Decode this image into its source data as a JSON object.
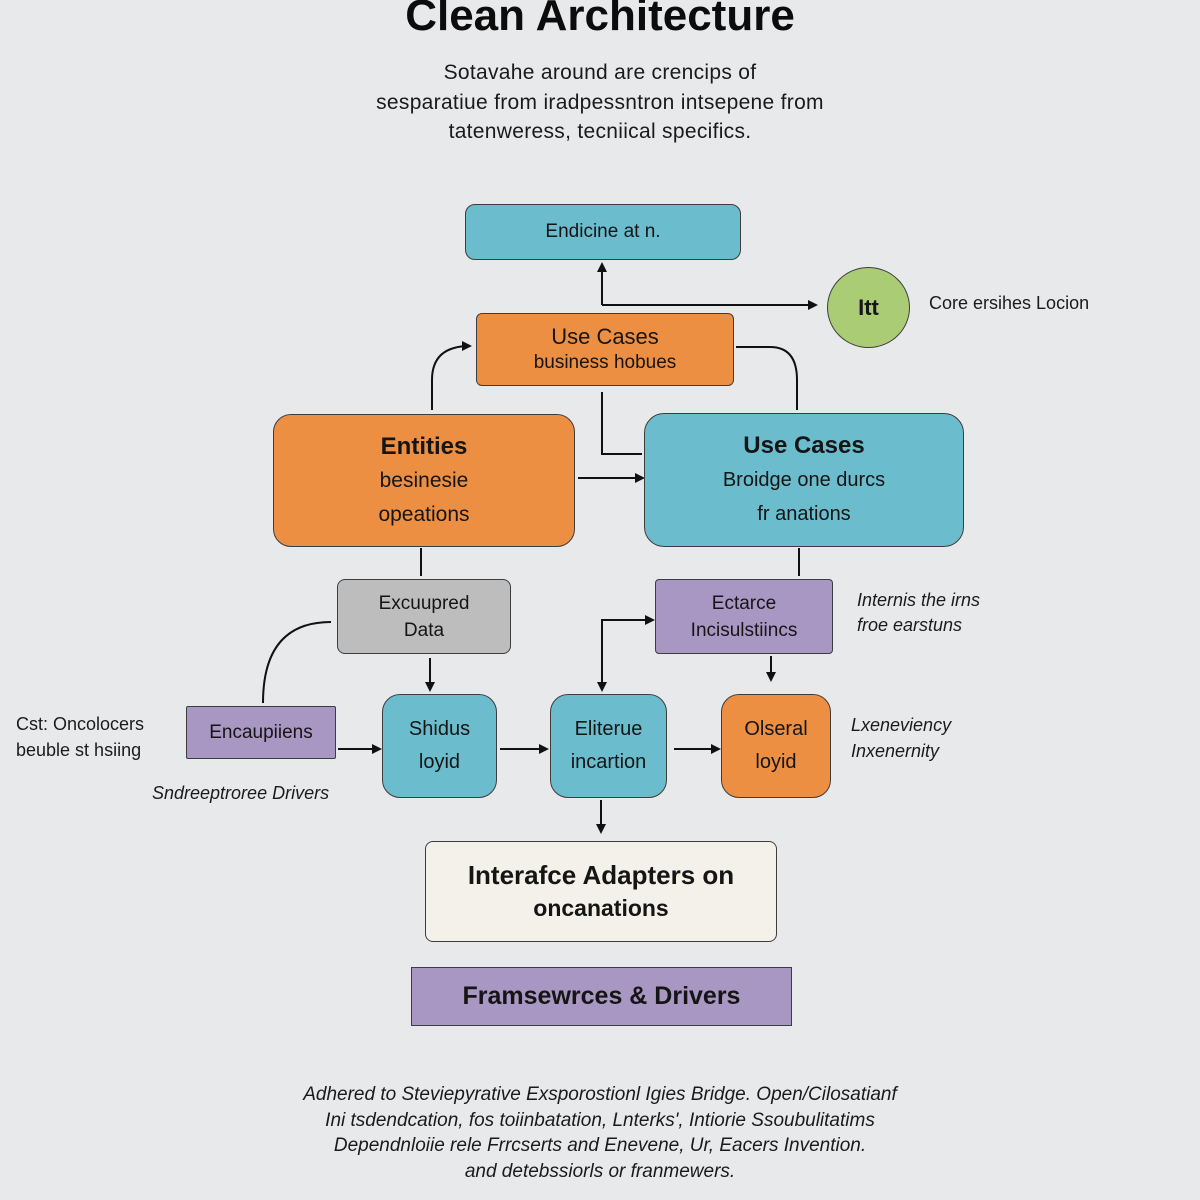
{
  "title": "Clean Architecture",
  "subtitle": [
    "Sotavahe around are crencips of",
    "sesparatiue from iradpessntron intsepene from",
    "tatenweress, tecniical specifics."
  ],
  "boxes": {
    "top": {
      "line1": "Endicine at n."
    },
    "itt_circle": {
      "label": "Itt"
    },
    "itt_note": "Core ersihes Locion",
    "use_cases_top": {
      "line1": "Use Cases",
      "line2": "business hobues"
    },
    "entities": {
      "line1": "Entities",
      "line2": "besinesie",
      "line3": "opeations"
    },
    "use_cases_right": {
      "line1": "Use Cases",
      "line2": "Broidge one durcs",
      "line3": "fr anations"
    },
    "excepred": {
      "line1": "Excuupred",
      "line2": "Data"
    },
    "ectarce": {
      "line1": "Ectarce",
      "line2": "Incisulstiincs"
    },
    "ectarce_note": [
      "Internis the irns",
      "froe earstuns"
    ],
    "encaupliens": {
      "line1": "Encaupiiens"
    },
    "left_note": [
      "Cst: Oncolocers",
      "beuble st hsiing"
    ],
    "drivers_note": "Sndreeptroree Drivers",
    "shidus": {
      "line1": "Shidus",
      "line2": "loyid"
    },
    "eliterue": {
      "line1": "Eliterue",
      "line2": "incartion"
    },
    "olseral": {
      "line1": "Olseral",
      "line2": "loyid"
    },
    "right_note": [
      "Lxeneviency",
      "Inxenernity"
    ],
    "interface": {
      "line1": "Interafce Adapters on",
      "line2": "oncanations"
    },
    "frameworks": {
      "line1": "Framsewrces & Drivers"
    }
  },
  "footer": [
    "Adhered to Steviepyrative Exsporostionl Igies Bridge. Open/Cilosatianf",
    "Ini tsdendcation, fos toiinbatation, Lnterks', Intiorie Ssoubulitatims",
    "Dependnloiie rele Frrcserts and Enevene, Ur, Eacers Invention.",
    "and detebssiorls or franmewers."
  ],
  "colors": {
    "teal": "#6bbccc",
    "orange": "#ec8f43",
    "purple": "#a897c3",
    "gray": "#bdbdbd",
    "green": "#a9cc74",
    "cream": "#f3f1e9",
    "background": "#e8e9eb"
  }
}
